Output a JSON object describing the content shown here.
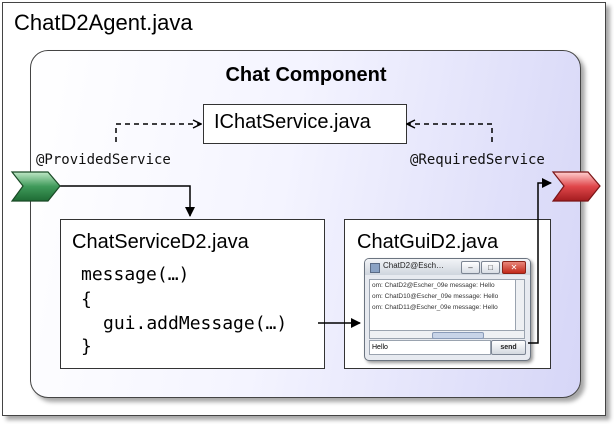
{
  "agent": {
    "title": "ChatD2Agent.java"
  },
  "component": {
    "title": "Chat Component"
  },
  "interface": {
    "title": "IChatService.java"
  },
  "annotations": {
    "provided": "@ProvidedService",
    "required": "@RequiredService"
  },
  "service": {
    "title": "ChatServiceD2.java",
    "code": [
      "message(…)",
      "{",
      "gui.addMessage(…)",
      "}"
    ]
  },
  "gui": {
    "title": "ChatGuiD2.java",
    "window": {
      "title": "ChatD2@Esch…",
      "log": [
        "om: ChatD2@Escher_09e message: Hello",
        "om: ChatD10@Escher_09e message: Hello",
        "om: ChatD11@Escher_09e message: Hello"
      ],
      "input_value": "Hello",
      "send_label": "send"
    }
  },
  "colors": {
    "provided_port": "#3f9a5a",
    "required_port": "#e0464a",
    "component_tint": "#d6d6f7"
  }
}
